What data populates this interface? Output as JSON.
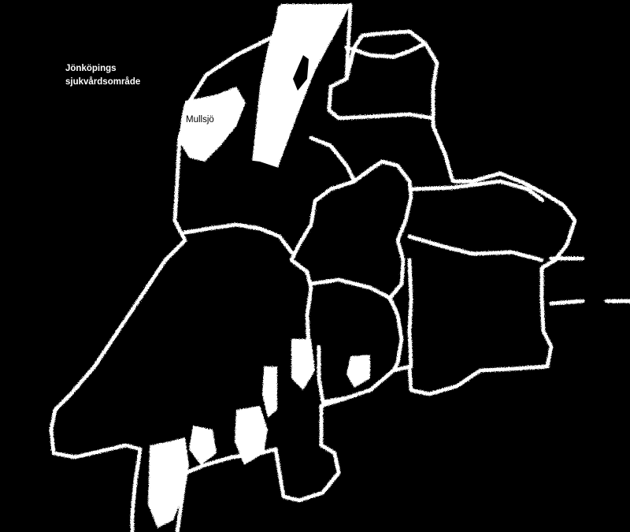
{
  "map": {
    "background_color": "#000000",
    "border_color": "#ffffff",
    "lake_color": "#ffffff",
    "region_label_line1": "Jönköpings",
    "region_label_line2": "sjukvårdsområde",
    "town_label": "Mullsjö"
  }
}
